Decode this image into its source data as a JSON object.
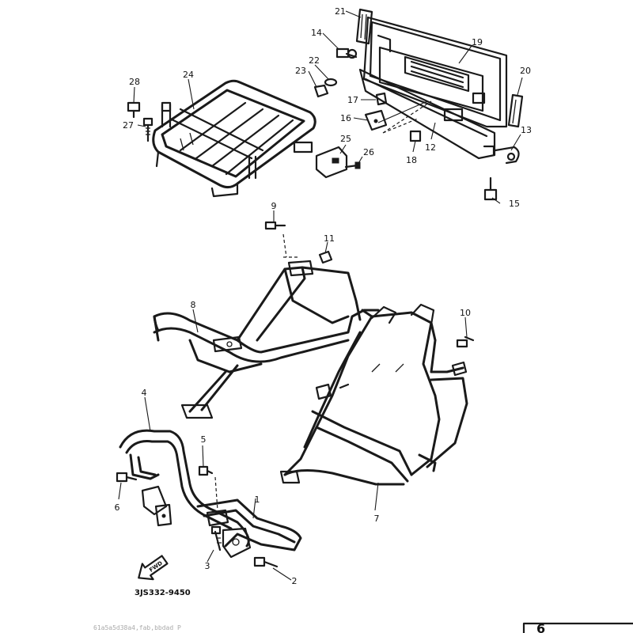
{
  "diagram": {
    "part_code": "3JS332-9450",
    "footer_note": "61a5a5d38a4,fab,bbdad P",
    "front_marker": "FWD",
    "page_mark": "6",
    "callouts": [
      "1",
      "2",
      "3",
      "4",
      "5",
      "6",
      "7",
      "8",
      "9",
      "10",
      "11",
      "12",
      "13",
      "14",
      "15",
      "16",
      "17",
      "18",
      "19",
      "20",
      "21",
      "22",
      "23",
      "24",
      "25",
      "26",
      "27",
      "28"
    ]
  }
}
